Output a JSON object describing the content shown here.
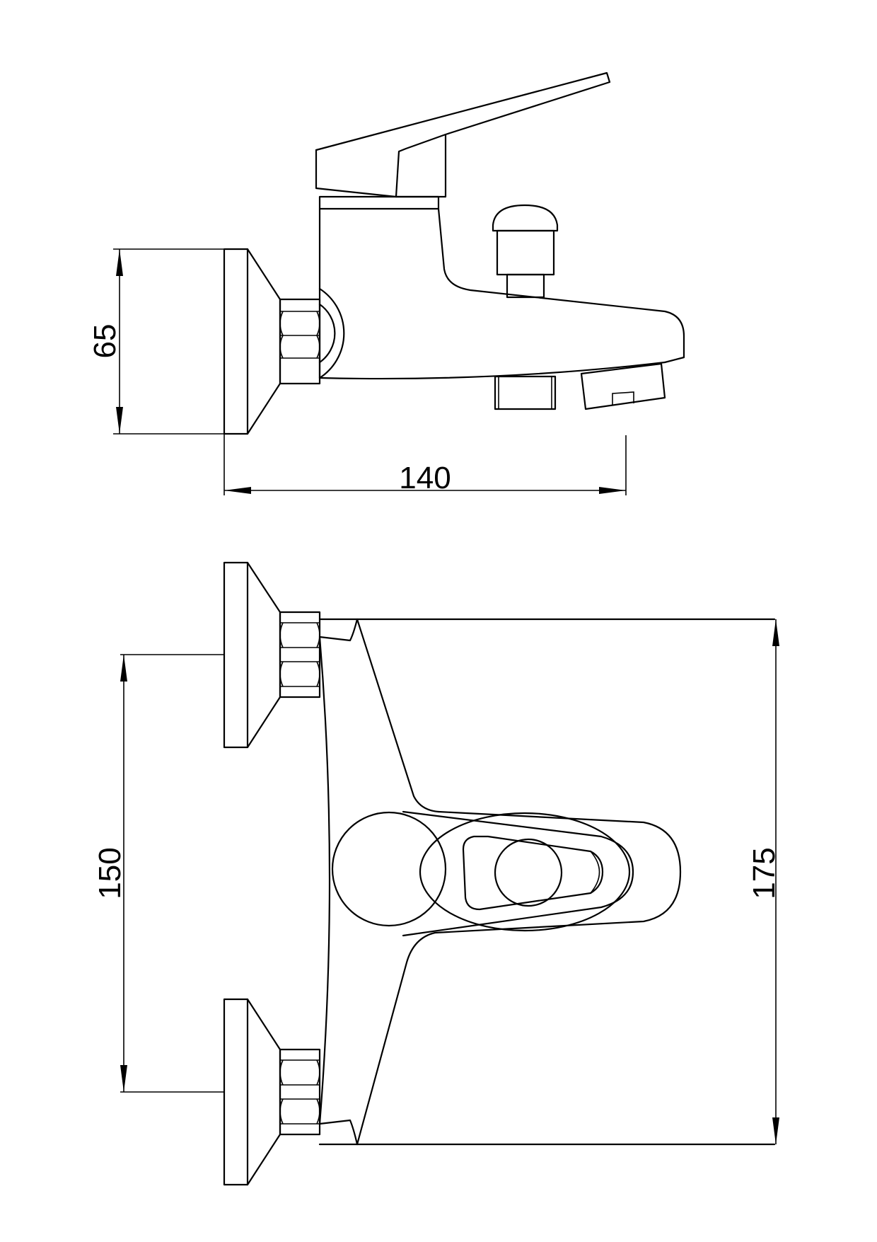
{
  "colors": {
    "line": "#000000",
    "background": "#ffffff"
  },
  "dimensions": {
    "side_height": "65",
    "side_length": "140",
    "top_inlet_spacing": "150",
    "top_overall_width": "175"
  }
}
